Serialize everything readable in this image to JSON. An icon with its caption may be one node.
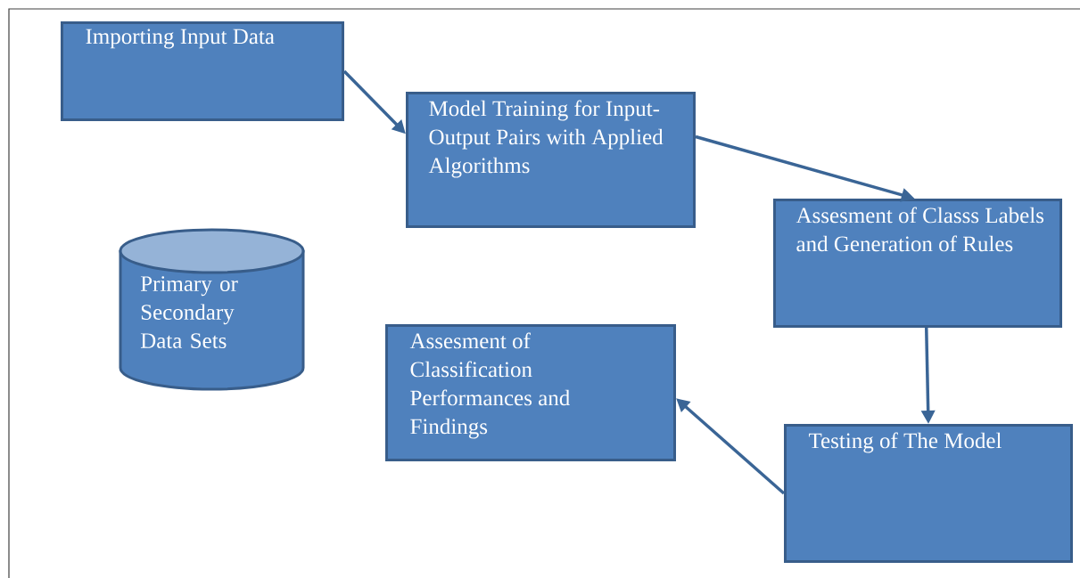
{
  "diagram": {
    "nodes": [
      {
        "text": [
          "Importing Input Data"
        ]
      },
      {
        "text": [
          "Model Training for Input- Output Pairs with Applied Algorithms"
        ]
      },
      {
        "text": [
          "Assesment of Classs Labels and Generation of Rules"
        ]
      },
      {
        "text": [
          "Primary or Secondary Data Sets"
        ]
      },
      {
        "text": [
          "Assesment of Classification Performances and Findings"
        ]
      },
      {
        "text": [
          "Testing of The Model"
        ]
      }
    ],
    "edges": [
      {
        "from": 0,
        "to": 1,
        "arrow": "to"
      },
      {
        "from": 1,
        "to": 2,
        "arrow": "to"
      },
      {
        "from": 2,
        "to": 5,
        "arrow": "to"
      },
      {
        "from": 5,
        "to": 4,
        "arrow": "to"
      }
    ]
  }
}
